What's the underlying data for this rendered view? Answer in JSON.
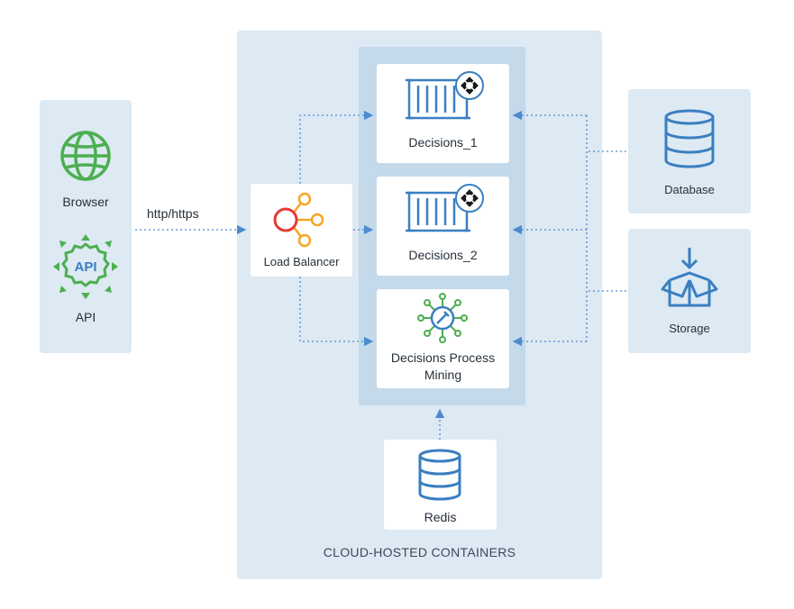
{
  "clients": {
    "browser_label": "Browser",
    "api_label": "API",
    "api_icon_text": "API"
  },
  "edge_label": "http/https",
  "load_balancer_label": "Load Balancer",
  "containers": {
    "decisions_1": "Decisions_1",
    "decisions_2": "Decisions_2",
    "process_mining_line1": "Decisions Process",
    "process_mining_line2": "Mining",
    "redis": "Redis",
    "footer": "CLOUD-HOSTED CONTAINERS"
  },
  "storage_side": {
    "database": "Database",
    "storage": "Storage"
  },
  "colors": {
    "panel": "#dde9f3",
    "inner": "#c4d9ea",
    "icon_blue": "#3a7fc1",
    "icon_green": "#4caf50",
    "lb_red": "#e53935",
    "lb_orange": "#f5a623",
    "arrow": "#4a8bd0"
  },
  "icons": {
    "browser": "globe-icon",
    "api": "api-gear-icon",
    "load_balancer": "load-balancer-icon",
    "container": "shipping-container-icon",
    "badge": "helm-badge-icon",
    "process_mining": "process-mining-icon",
    "database": "database-icon",
    "storage": "storage-box-icon",
    "redis": "redis-database-icon"
  }
}
